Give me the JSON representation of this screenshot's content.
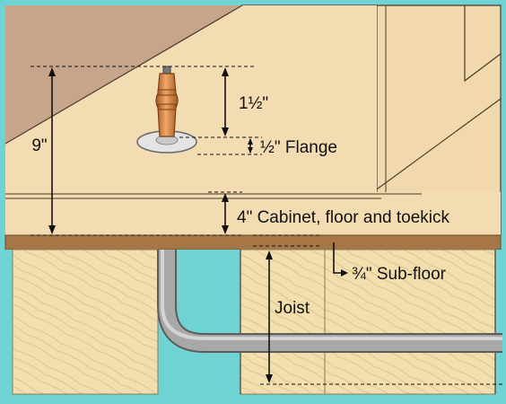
{
  "labels": {
    "total_height": "9\"",
    "valve_height": "1½\"",
    "flange": "½\" Flange",
    "cabinet": "4\" Cabinet, floor and toekick",
    "subfloor": "¾\" Sub-floor",
    "joist": "Joist"
  },
  "colors": {
    "frame": "#6ed3d2",
    "cabinet_top": "#f3dcb2",
    "cabinet_side": "#f1d9ad",
    "wall": "#c7a58a",
    "subfloor": "#a67646",
    "joist_wood": "#f3dfad",
    "pipe": "#9a9a9a",
    "copper": "#d88a48",
    "flange": "#e4e4e4"
  },
  "icons": [
    "supply-valve-icon",
    "flange-icon",
    "drain-pipe-icon"
  ]
}
